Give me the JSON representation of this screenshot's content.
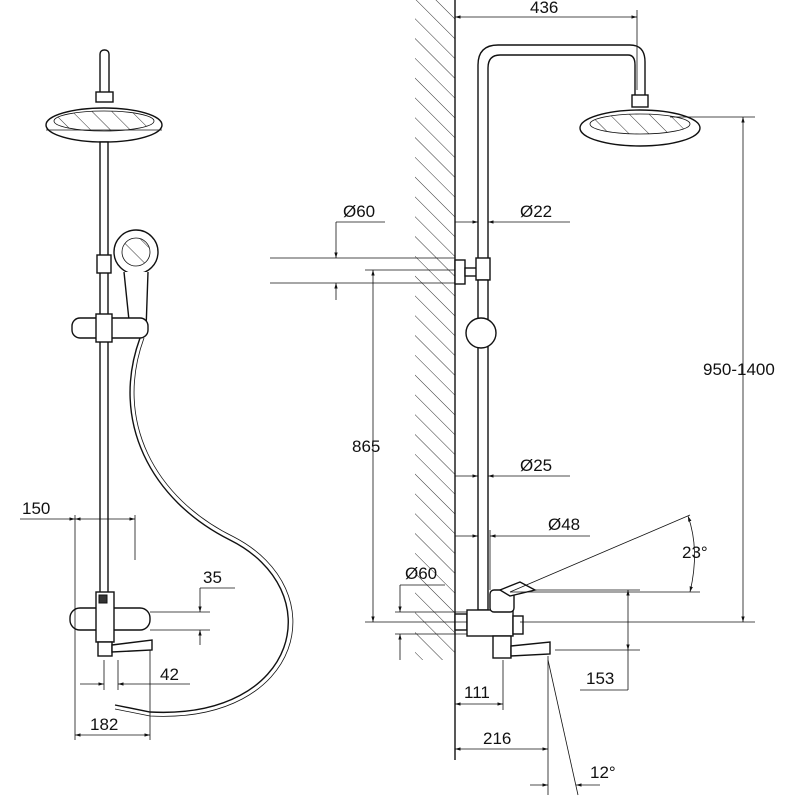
{
  "diagram": {
    "left_view": {
      "dim_width_150": "150",
      "dim_height_35": "35",
      "dim_spout_42": "42",
      "dim_total_182": "182"
    },
    "side_view": {
      "dim_arm_436": "436",
      "dim_wall_bracket_dia": "Ø60",
      "dim_upper_pipe_dia": "Ø22",
      "dim_height_range": "950-1400",
      "dim_bracket_height": "865",
      "dim_lower_pipe_dia": "Ø25",
      "dim_mixer_dia": "Ø48",
      "dim_lever_angle": "23°",
      "dim_flange_dia": "Ø60",
      "dim_spout_height": "153",
      "dim_mixer_depth": "111",
      "dim_spout_reach": "216",
      "dim_spout_angle": "12°"
    }
  }
}
